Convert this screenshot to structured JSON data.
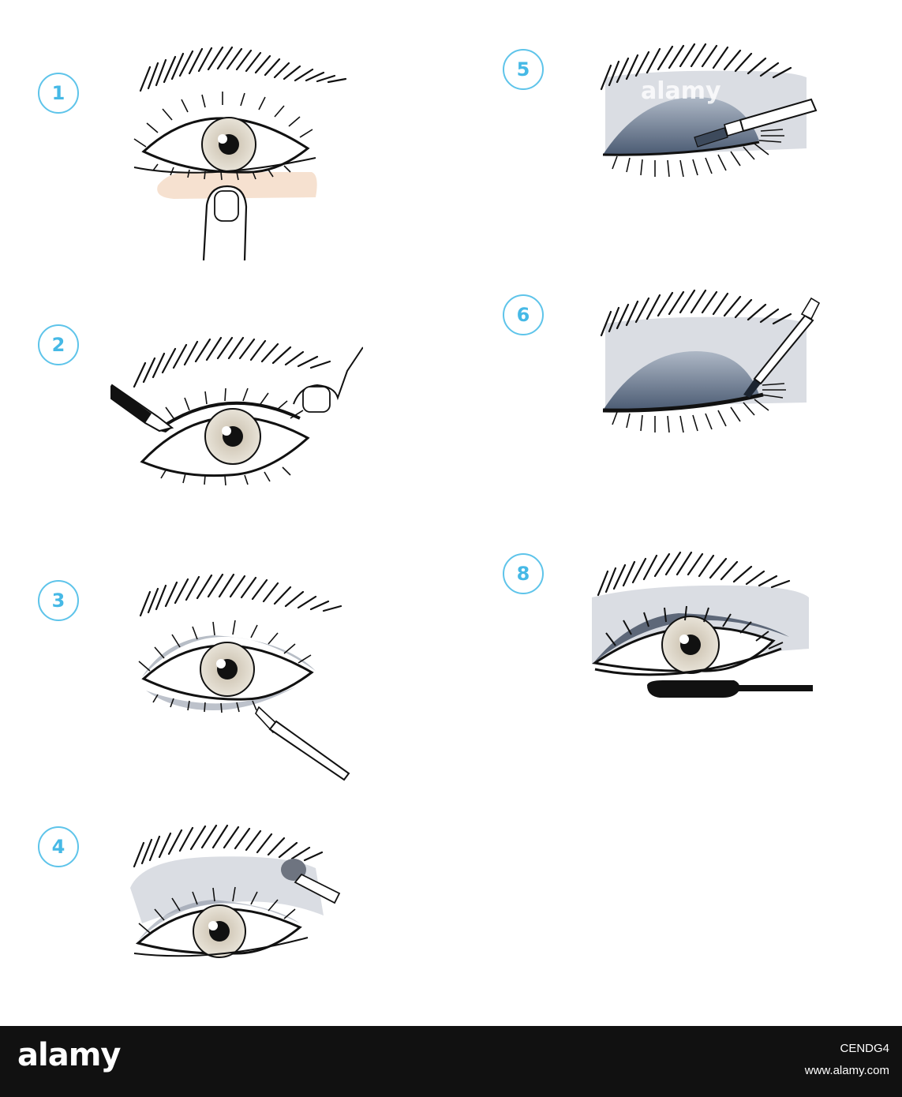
{
  "steps": [
    {
      "number": "1"
    },
    {
      "number": "2"
    },
    {
      "number": "3"
    },
    {
      "number": "4"
    },
    {
      "number": "5"
    },
    {
      "number": "6"
    },
    {
      "number": "8"
    }
  ],
  "colors": {
    "badge": "#5ec4ea",
    "concealer": "#f5dcc8",
    "iris": "#d9d2c4",
    "shadow_light": "#d6d9e0",
    "shadow_dark": "#5b6b82"
  },
  "watermark": {
    "text": "alamy"
  },
  "footer": {
    "brand": "alamy",
    "image_id": "CENDG4",
    "site": "www.alamy.com"
  }
}
